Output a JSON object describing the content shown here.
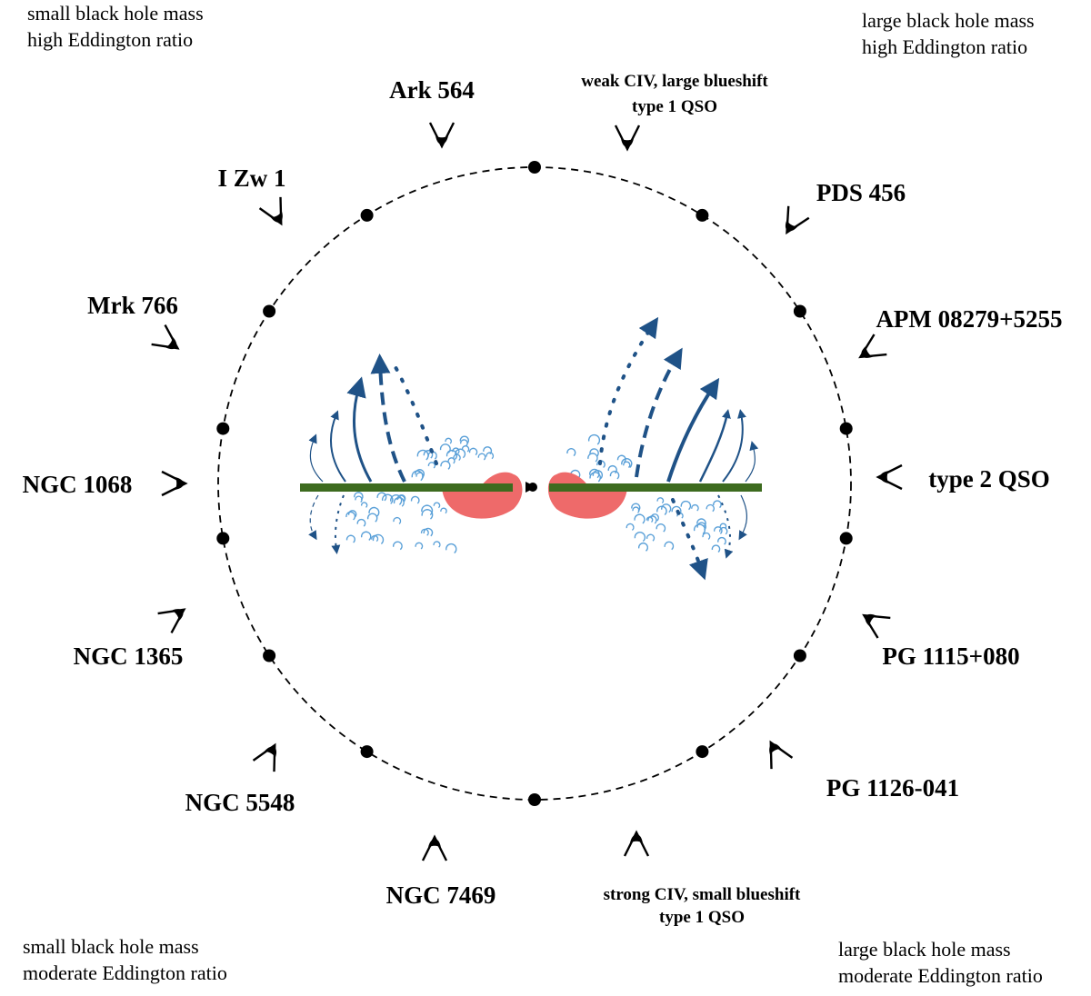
{
  "corners": [
    {
      "id": "top-left",
      "lines": [
        "small black hole mass",
        "high Eddington ratio"
      ]
    },
    {
      "id": "top-right",
      "lines": [
        "large black hole mass",
        "high Eddington ratio"
      ]
    },
    {
      "id": "bottom-left",
      "lines": [
        "small black hole mass",
        "moderate Eddington ratio"
      ]
    },
    {
      "id": "bottom-right",
      "lines": [
        "large black hole mass",
        "moderate Eddington ratio"
      ]
    }
  ],
  "objects": [
    {
      "id": "ark564",
      "label": "Ark 564"
    },
    {
      "id": "izw1",
      "label": "I Zw 1"
    },
    {
      "id": "mrk766",
      "label": "Mrk 766"
    },
    {
      "id": "ngc1068",
      "label": "NGC 1068"
    },
    {
      "id": "ngc1365",
      "label": "NGC 1365"
    },
    {
      "id": "ngc5548",
      "label": "NGC 5548"
    },
    {
      "id": "ngc7469",
      "label": "NGC 7469"
    },
    {
      "id": "pds456",
      "label": "PDS 456"
    },
    {
      "id": "apm08279",
      "label": "APM 08279+5255"
    },
    {
      "id": "type2qso",
      "label": "type 2 QSO"
    },
    {
      "id": "pg1115",
      "label": "PG 1115+080"
    },
    {
      "id": "pg1126",
      "label": "PG 1126-041"
    }
  ],
  "notes": {
    "top": [
      "weak CIV, large blueshift",
      "type 1 QSO"
    ],
    "bottom": [
      "strong CIV, small blueshift",
      "type 1 QSO"
    ]
  },
  "colors": {
    "disk": "#3d6b1f",
    "torus": "#ee6a6a",
    "wind": "#1f5287",
    "clouds": "#5aa0d8",
    "ring": "#000000"
  }
}
